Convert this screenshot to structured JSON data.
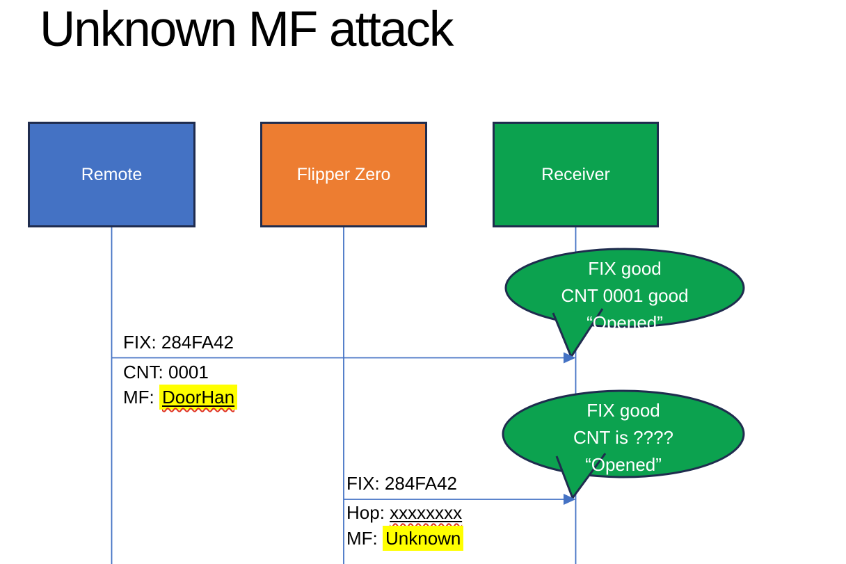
{
  "slide": {
    "title": "Unknown MF attack"
  },
  "actors": {
    "remote": "Remote",
    "flipper": "Flipper Zero",
    "receiver": "Receiver"
  },
  "message1": {
    "fix": "FIX: 284FA42",
    "cnt": "CNT: 0001",
    "mf_prefix": "MF: ",
    "mf_value": "DoorHan"
  },
  "message2": {
    "fix": "FIX: 284FA42",
    "hop_prefix": "Hop: ",
    "hop_value": "xxxxxxxx",
    "mf_prefix": "MF: ",
    "mf_value": "Unknown"
  },
  "callout1": {
    "line1": "FIX good",
    "line2": "CNT 0001 good",
    "line3": "“Opened”"
  },
  "callout2": {
    "line1": "FIX good",
    "line2": "CNT is ????",
    "line3": "“Opened”"
  },
  "colors": {
    "remote_fill": "#4472C4",
    "flipper_fill": "#ED7D31",
    "receiver_fill": "#0CA24F",
    "callout_fill": "#0CA24F",
    "shape_outline": "#1F2C4E",
    "connector_line": "#4472C4",
    "highlight": "#FFFF00",
    "spellcheck_squiggle": "#E0321E",
    "text_dark": "#000000",
    "text_light": "#FFFFFF"
  }
}
